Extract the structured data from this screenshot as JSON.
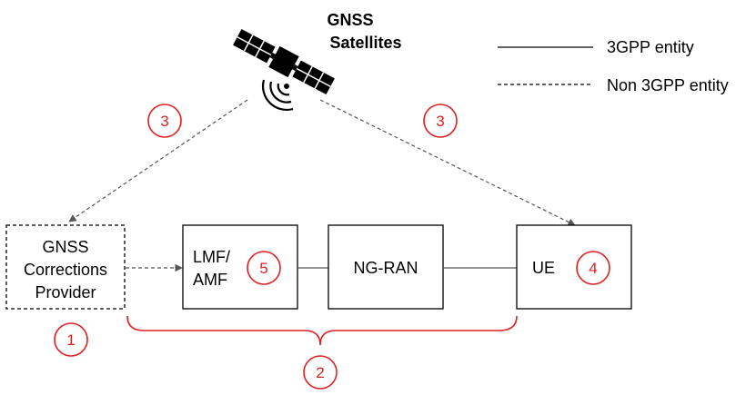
{
  "satellite": {
    "label_line1": "GNSS",
    "label_line2": "Satellites",
    "icon": "satellite-icon"
  },
  "legend": {
    "solid_label": "3GPP entity",
    "dashed_label": "Non 3GPP entity"
  },
  "boxes": {
    "gnss_provider": {
      "line1": "GNSS",
      "line2": "Corrections",
      "line3": "Provider",
      "style": "dashed"
    },
    "lmf_amf": {
      "line1": "LMF/",
      "line2": "AMF",
      "style": "solid"
    },
    "ng_ran": {
      "label": "NG-RAN",
      "style": "solid"
    },
    "ue": {
      "label": "UE",
      "style": "solid"
    }
  },
  "badges": {
    "provider_step": "1",
    "brace_step": "2",
    "sat_left_step": "3",
    "sat_right_step": "3",
    "ue_step": "4",
    "lmf_step": "5"
  },
  "colors": {
    "badge_red": "#e02020",
    "line": "#000000",
    "dashed_arrow": "#555555"
  }
}
